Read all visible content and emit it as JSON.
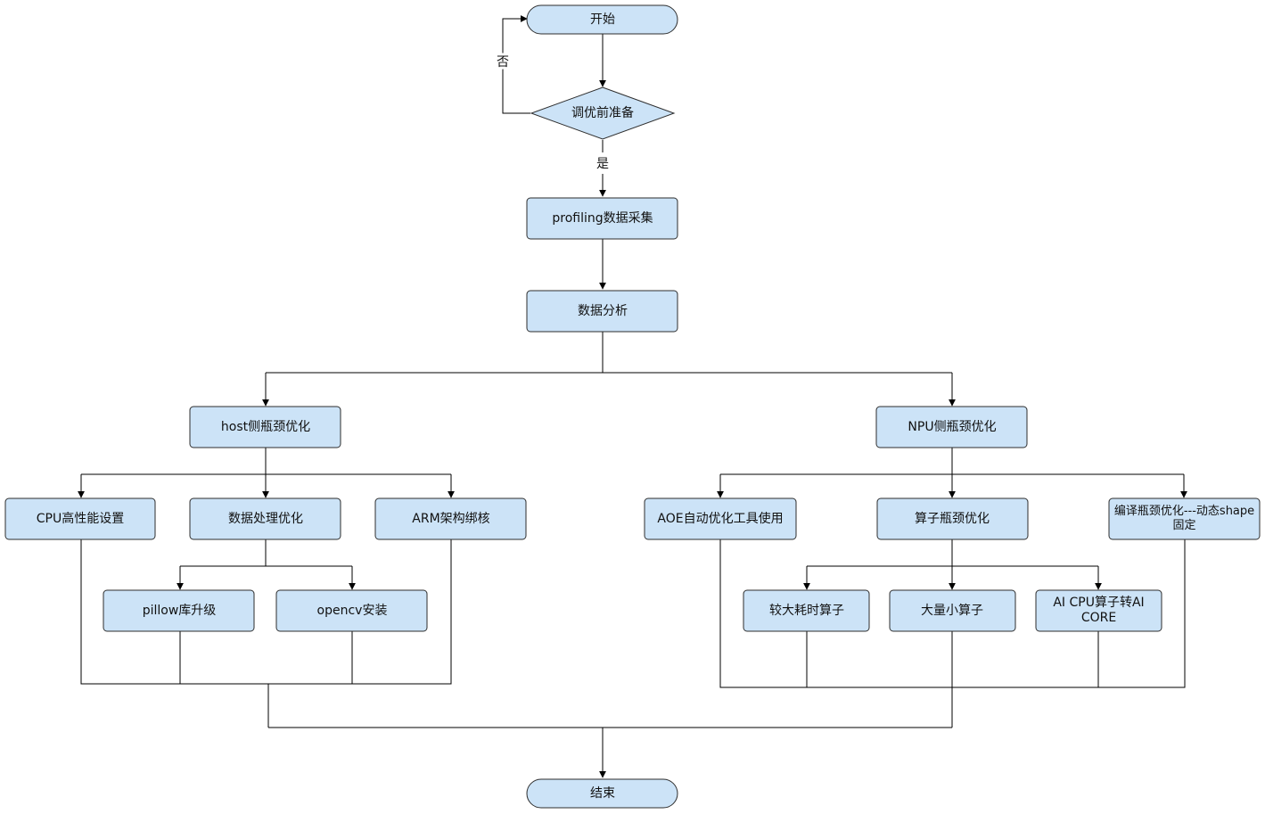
{
  "diagram": {
    "colors": {
      "node_fill": "#cce3f7",
      "node_stroke": "#2e2e2e",
      "edge": "#000000"
    },
    "nodes": {
      "start": "开始",
      "prep": "调优前准备",
      "profiling": "profiling数据采集",
      "analysis": "数据分析",
      "host": "host侧瓶颈优化",
      "npu": "NPU侧瓶颈优化",
      "cpu_perf": "CPU高性能设置",
      "data_proc": "数据处理优化",
      "arm_bind": "ARM架构绑核",
      "pillow": "pillow库升级",
      "opencv": "opencv安装",
      "aoe": "AOE自动优化工具使用",
      "op_bottleneck": "算子瓶颈优化",
      "compile": "编译瓶颈优化---动态shape固定",
      "time_op": "较大耗时算子",
      "small_op": "大量小算子",
      "aicpu": "AI CPU算子转AI CORE",
      "end": "结束"
    },
    "edges": {
      "no": "否",
      "yes": "是"
    }
  }
}
